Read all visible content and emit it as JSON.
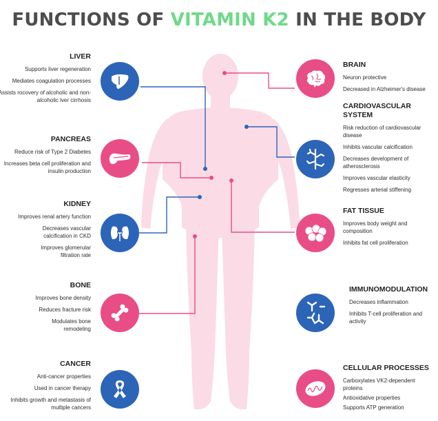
{
  "title": {
    "before": "FUNCTIONS OF ",
    "accent": "VITAMIN K2",
    "after": " IN THE BODY"
  },
  "colors": {
    "blue": "#2c64b8",
    "pink": "#e94d86",
    "accent_green": "#6fd98a",
    "silhouette": "#fadbe6"
  },
  "organs": {
    "liver": {
      "heading": "LIVER",
      "items": [
        "Supports liver regeneration",
        "Mediates coagulation processes",
        "Assists rocovery of alcoholic and non-alcoholic lver cirrhosis"
      ],
      "icon": "liver-icon"
    },
    "pancreas": {
      "heading": "PANCREAS",
      "items": [
        "Reduce risk of Type 2 Diabetes",
        "Increases beta cell proliferation and insulin production"
      ],
      "icon": "pancreas-icon"
    },
    "kidney": {
      "heading": "KIDNEY",
      "items": [
        "Improves renal artery function",
        "Decreases vascular calcification in CKD",
        "Improves glomerular filtration rate"
      ],
      "icon": "kidney-icon"
    },
    "bone": {
      "heading": "BONE",
      "items": [
        "Improves bone density",
        "Reduces fracture risk",
        "Modulates bone remodeling"
      ],
      "icon": "bone-icon"
    },
    "cancer": {
      "heading": "CANCER",
      "items": [
        "Anti-cancer properties",
        "Used in cancer therapy",
        "Inhibits growth and metastasis of multiple cancers"
      ],
      "icon": "ribbon-icon"
    },
    "brain": {
      "heading": "BRAIN",
      "items": [
        "Neuron protective",
        "Decreased in Alzheimer's disease"
      ],
      "icon": "brain-icon"
    },
    "cardio": {
      "heading": "CARDIOVASCULAR SYSTEM",
      "items": [
        "Risk reduction of cardiovascular disease",
        "Inhibits vascular calcification",
        "Decreases development of atherosclerosis",
        "Improves vascular elasticity",
        "Regresses arterial stiffening"
      ],
      "icon": "blood-vessel-icon"
    },
    "fat": {
      "heading": "FAT TISSUE",
      "items": [
        "Improves body weight and composition",
        "Inhibits fat cell proliferation"
      ],
      "icon": "fat-cells-icon"
    },
    "immuno": {
      "heading": "IMMUNOMODULATION",
      "items": [
        "Decreases inflammation",
        "Inhibits T-cell proliferation and activity"
      ],
      "icon": "antibody-icon"
    },
    "cellular": {
      "heading": "CELLULAR PROCESSES",
      "items": [
        "Carboxylates VK2-dependent proteins",
        "Antioxidative properties",
        "Supports ATP generation"
      ],
      "icon": "mitochondria-icon"
    }
  }
}
